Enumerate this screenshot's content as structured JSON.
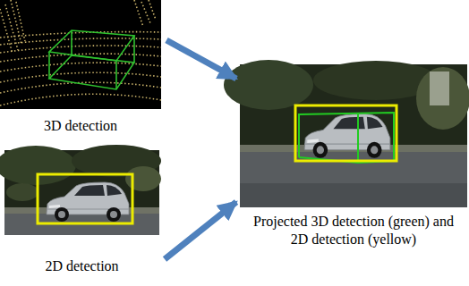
{
  "diagram": {
    "nodes": [
      {
        "text": [
          "3D detection"
        ]
      },
      {
        "text": [
          "2D detection"
        ]
      },
      {
        "text": [
          "Projected 3D detection (green) and 2D detection (yellow)"
        ]
      }
    ],
    "edges": [
      {
        "from": 0,
        "to": 2,
        "arrow": "to"
      },
      {
        "from": 1,
        "to": 2,
        "arrow": "to"
      }
    ]
  }
}
